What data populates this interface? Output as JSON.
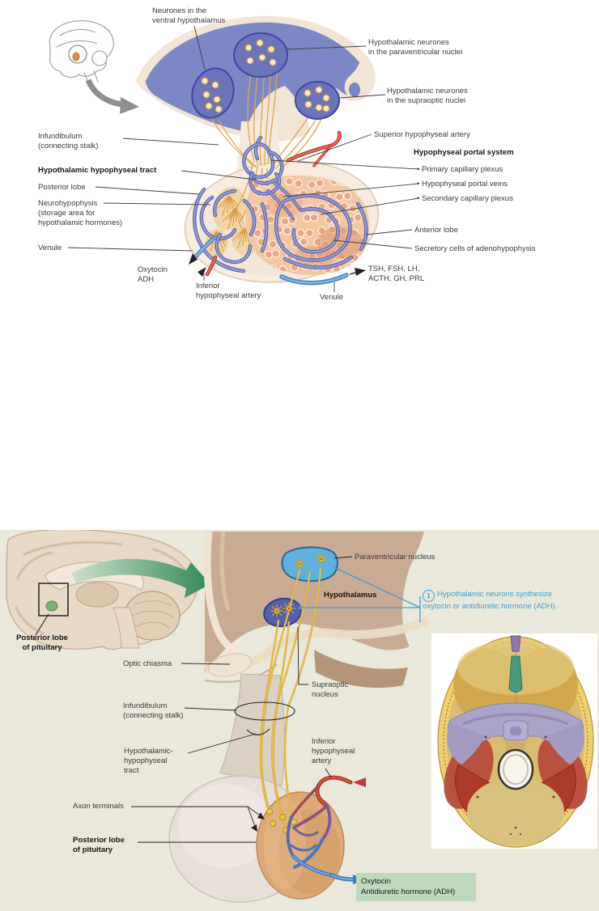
{
  "ft": {
    "neurones_ventral": "Neurones in the\nventral hypothalamus",
    "paraventricular": "Hypothalamic neurones\nin the paraventricular nuclei",
    "supraoptic": "Hypothalamic neurones\nin the supraoptic nuclei",
    "superior_artery": "Superior hypophyseal artery",
    "portal_system": "Hypophyseal portal system",
    "portal_items": [
      "• Primary capillary plexus",
      "• Hypophyseal portal veins",
      "• Secondary capillary plexus"
    ],
    "anterior_lobe": "Anterior lobe",
    "secretory_cells": "Secretory cells of adenohypophysis",
    "hormones": "TSH, FSH, LH,\nACTH, GH, PRL",
    "venule_right": "Venule",
    "infundibulum": "Infundibulum\n(connecting stalk)",
    "tract": "Hypothalamic hypophyseal tract",
    "posterior_lobe": "Posterior lobe",
    "neurohypophysis": "Neurohypophysis\n(storage area for\nhypothalamic hormones)",
    "venule_left": "Venule",
    "oxytocin": "Oxytocin\nADH",
    "inferior_artery": "Inferior\nhypophyseal artery"
  },
  "fb": {
    "inset_label": "Posterior lobe\nof pituitary",
    "optic_chiasma": "Optic chiasma",
    "paraventricular": "Paraventricular nucleus",
    "hypothalamus": "Hypothalamus",
    "supraoptic": "Supraoptic\nnucleus",
    "infundibulum": "Infundibulum\n(connecting stalk)",
    "tract": "Hypothalamic-\nhypophyseal\ntract",
    "axon_terminals": "Axon terminals",
    "posterior_lobe": "Posterior lobe\nof pituitary",
    "inferior_artery": "Inferior\nhypophyseal\nartery",
    "step": {
      "num": "1",
      "text": "Hypothalamic neurons synthesize oxytocin or antidiuretic hormone (ADH)."
    },
    "hormone_box": "Oxytocin\nAntidiuretic hormone (ADH)"
  },
  "colors": {
    "panel_bg": "#e9e8da",
    "callout_blue": "#3d9fd3",
    "hormone_box_bg": "#bfd9bd",
    "hypothalamus_blue": "#7d87c5",
    "vessel_blue": "#5e69b4",
    "artery_red": "#c43425",
    "venule_blue": "#4a86c8",
    "axon_gold": "#d9a832"
  }
}
